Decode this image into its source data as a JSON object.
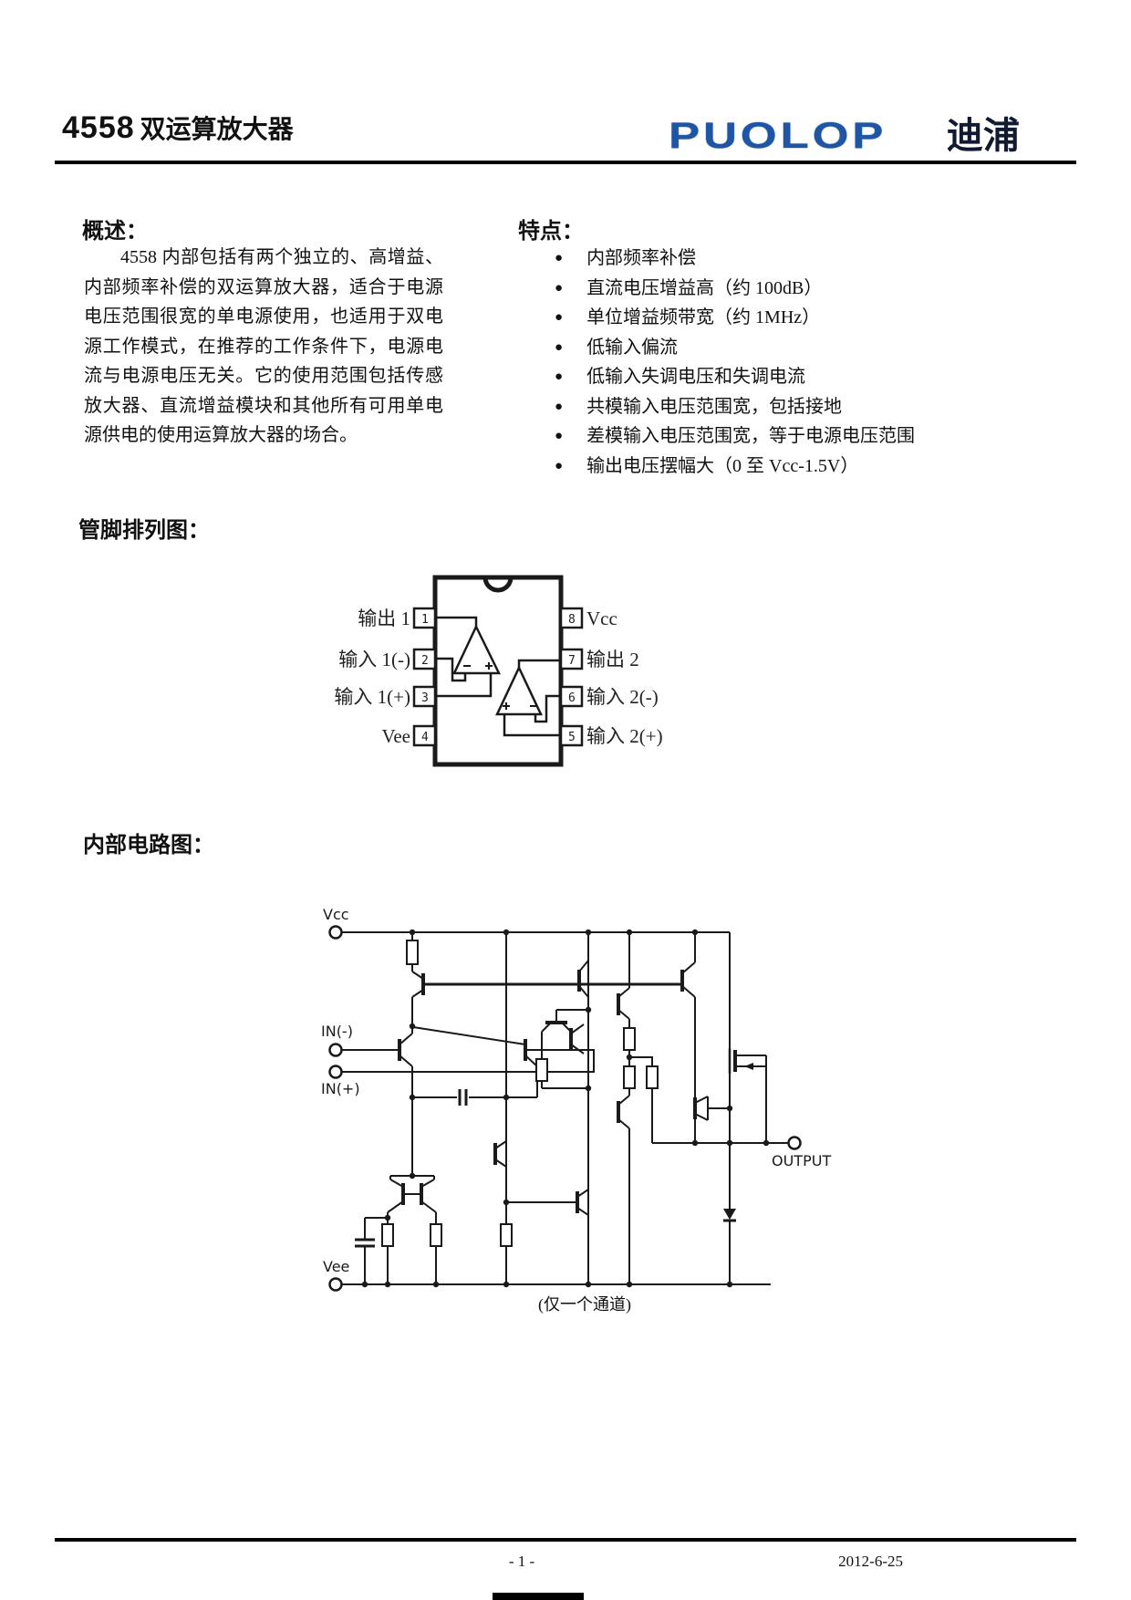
{
  "header": {
    "part": "4558",
    "title": "双运算放大器",
    "brand_en": "PUOLOP",
    "brand_cn": "迪浦"
  },
  "overview": {
    "heading": "概述：",
    "body": "4558 内部包括有两个独立的、高增益、内部频率补偿的双运算放大器，适合于电源电压范围很宽的单电源使用，也适用于双电源工作模式，在推荐的工作条件下，电源电流与电源电压无关。它的使用范围包括传感放大器、直流增益模块和其他所有可用单电源供电的使用运算放大器的场合。"
  },
  "features": {
    "heading": "特点：",
    "bullet": "●",
    "items": [
      "内部频率补偿",
      "直流电压增益高（约 100dB）",
      "单位增益频带宽（约 1MHz）",
      "低输入偏流",
      "低输入失调电压和失调电流",
      "共模输入电压范围宽，包括接地",
      "差模输入电压范围宽，等于电源电压范围",
      "输出电压摆幅大（0 至 Vcc-1.5V）"
    ]
  },
  "pinout": {
    "heading": "管脚排列图：",
    "left_pins": [
      {
        "num": "1",
        "label": "输出 1"
      },
      {
        "num": "2",
        "label": "输入 1(-)"
      },
      {
        "num": "3",
        "label": "输入 1(+)"
      },
      {
        "num": "4",
        "label": "Vee"
      }
    ],
    "right_pins": [
      {
        "num": "8",
        "label": "Vcc"
      },
      {
        "num": "7",
        "label": "输出 2"
      },
      {
        "num": "6",
        "label": "输入 2(-)"
      },
      {
        "num": "5",
        "label": "输入 2(+)"
      }
    ]
  },
  "schematic": {
    "heading": "内部电路图：",
    "vcc_label": "Vcc",
    "in_neg_label": "IN(-)",
    "in_pos_label": "IN(+)",
    "vee_label": "Vee",
    "output_label": "OUTPUT",
    "caption": "(仅一个通道)"
  },
  "footer": {
    "page": "- 1 -",
    "date": "2012-6-25"
  },
  "colors": {
    "brand_blue": "#1e55a5",
    "ink": "#111111"
  }
}
